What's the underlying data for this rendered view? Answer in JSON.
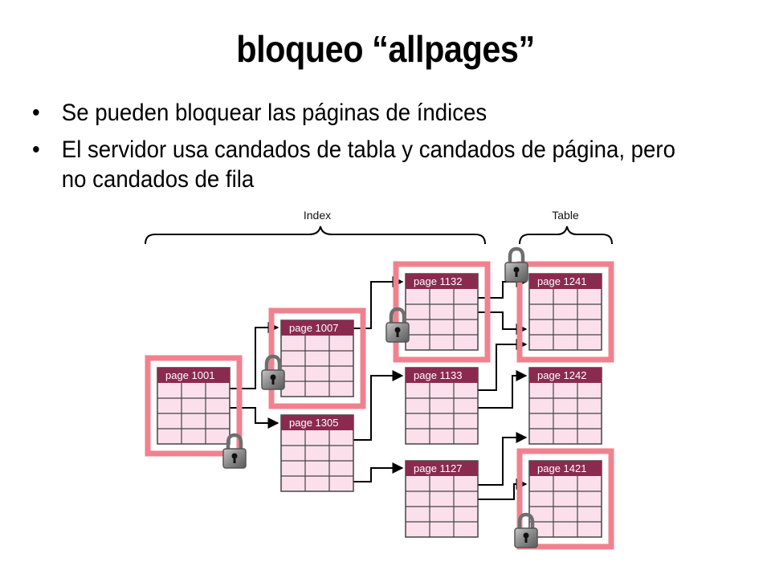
{
  "slide": {
    "title": "bloqueo “allpages”",
    "bullets": [
      "Se pueden bloquear las páginas de índices",
      "El servidor usa candados de tabla y candados de página, pero no candados de fila"
    ],
    "bullet_glyph": "•"
  },
  "diagram": {
    "index_label": "Index",
    "table_label": "Table",
    "pages": [
      {
        "label": "page 1001",
        "locked": true
      },
      {
        "label": "page 1007",
        "locked": true
      },
      {
        "label": "page 1305",
        "locked": false
      },
      {
        "label": "page 1132",
        "locked": true
      },
      {
        "label": "page 1133",
        "locked": false
      },
      {
        "label": "page 1127",
        "locked": false
      },
      {
        "label": "page 1241",
        "locked": true
      },
      {
        "label": "page 1242",
        "locked": false
      },
      {
        "label": "page 1421",
        "locked": true
      }
    ],
    "icons": {
      "lock": "padlock-icon"
    },
    "colors": {
      "page_header": "#8b2a4f",
      "page_body": "#fbe0ec",
      "grid_line": "#444444",
      "lock_highlight": "#f0828f",
      "lock_body": "#7a7a7a",
      "arrow": "#000000"
    }
  }
}
